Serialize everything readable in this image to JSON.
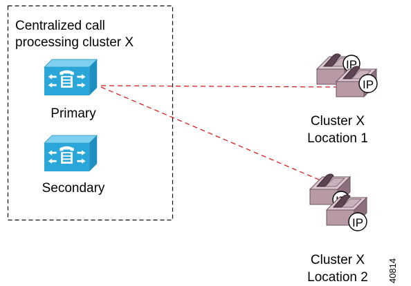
{
  "cluster": {
    "title_line1": "Centralized call",
    "title_line2": "processing cluster X"
  },
  "servers": {
    "primary_label": "Primary",
    "secondary_label": "Secondary"
  },
  "locations": [
    {
      "line1": "Cluster X",
      "line2": "Location 1"
    },
    {
      "line1": "Cluster X",
      "line2": "Location 2"
    }
  ],
  "phone_badge": "IP",
  "figure_id": "40814",
  "colors": {
    "server_blue": "#2aa7d8",
    "phone_mauve": "#b79aa6",
    "link_red": "#d62020",
    "border": "#000000"
  },
  "icons": {
    "server": "call-manager-server-icon",
    "phone": "ip-phone-icon"
  }
}
